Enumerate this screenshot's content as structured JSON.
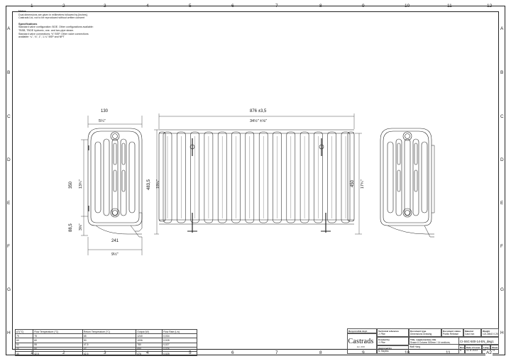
{
  "zones": {
    "columns": [
      "1",
      "2",
      "3",
      "4",
      "5",
      "6",
      "7",
      "8",
      "9",
      "10",
      "11",
      "12"
    ],
    "rows": [
      "A",
      "B",
      "C",
      "D",
      "E",
      "F",
      "G",
      "H"
    ]
  },
  "notes": {
    "notes_title": "Notes",
    "notes_lines": [
      "Dual dimensions are given in millimetres followed by [inches].",
      "Castrads Ltd, not to be reproduced without written consent"
    ],
    "spec_title": "Specifications",
    "spec_lines": [
      "Standard valve configuration: BOE. Other configurations available:",
      "TBSB, TBOE hydronic, one- and two-pipe steam.",
      "Standard valve connections: ½\" BSP. Other valve connections",
      "available: ¼\", ¾\", 1\", 1-¼\" BSP and NPT"
    ]
  },
  "dimensions": {
    "side_width": "130",
    "side_width_in": "5¼\"",
    "front_length": "876  ±3,5",
    "front_length_in": "34½\"  ±⅛\"",
    "side_height": "350",
    "side_height_in": "13¾\"",
    "bottom_height": "88,5",
    "bottom_height_in": "3⅜\"",
    "depth": "241",
    "depth_in": "9½\"",
    "overall_height": "483,5",
    "overall_height_in": "19¼\"",
    "right_height": "450",
    "right_height_in": "17¾\""
  },
  "performance": {
    "headers": [
      "ΔT(°C)",
      "Flow Temperature (°C)",
      "Return Temperature (°C)",
      "Output (W)",
      "Flow Rate (L/s)"
    ],
    "rows": [
      [
        "75",
        "75",
        "65",
        "1240",
        "0,034"
      ],
      [
        "60",
        "60",
        "50",
        "1006",
        "0,028"
      ],
      [
        "50",
        "55",
        "47,5",
        "780",
        "0,027"
      ],
      [
        "40",
        "50",
        "47",
        "650",
        "0,026"
      ],
      [
        "30",
        "42,5",
        "42,5",
        "476",
        "0,025"
      ]
    ]
  },
  "title_block": {
    "logo": "Castrads",
    "logo_sub": "Est. 2006",
    "responsible_dept_label": "Responsible dept.",
    "responsible_dept": "Product",
    "technical_ref_label": "Technical reference",
    "technical_ref": "J. Pike",
    "document_type_label": "Document type",
    "document_type": "Dimensions Drawing",
    "document_status_label": "Document status",
    "document_status": "Public Release",
    "material_label": "Material",
    "material": "Cast Iron",
    "weight_label": "Weight",
    "weight": "121.38kG",
    "scale": "0.25",
    "created_by_label": "Created by",
    "created_by": "J. Pike",
    "title_label": "Title, supplementary title",
    "title": "Svace 6 Column 500mm / 14 sections,",
    "title2": "Wall Hung",
    "approved_by_label": "Approved by",
    "approved_by": "N. Bayliss",
    "doc_number": "CI-S6C-500-14-EN_dwg1",
    "rev_label": "Rev.",
    "rev": "A",
    "date_label": "Date of issue",
    "date": "11.11.2023",
    "lang_label": "Lang.",
    "lang": "en",
    "sheet_label": "Sheet",
    "sheet": "1/1",
    "paper_size": "A2"
  }
}
